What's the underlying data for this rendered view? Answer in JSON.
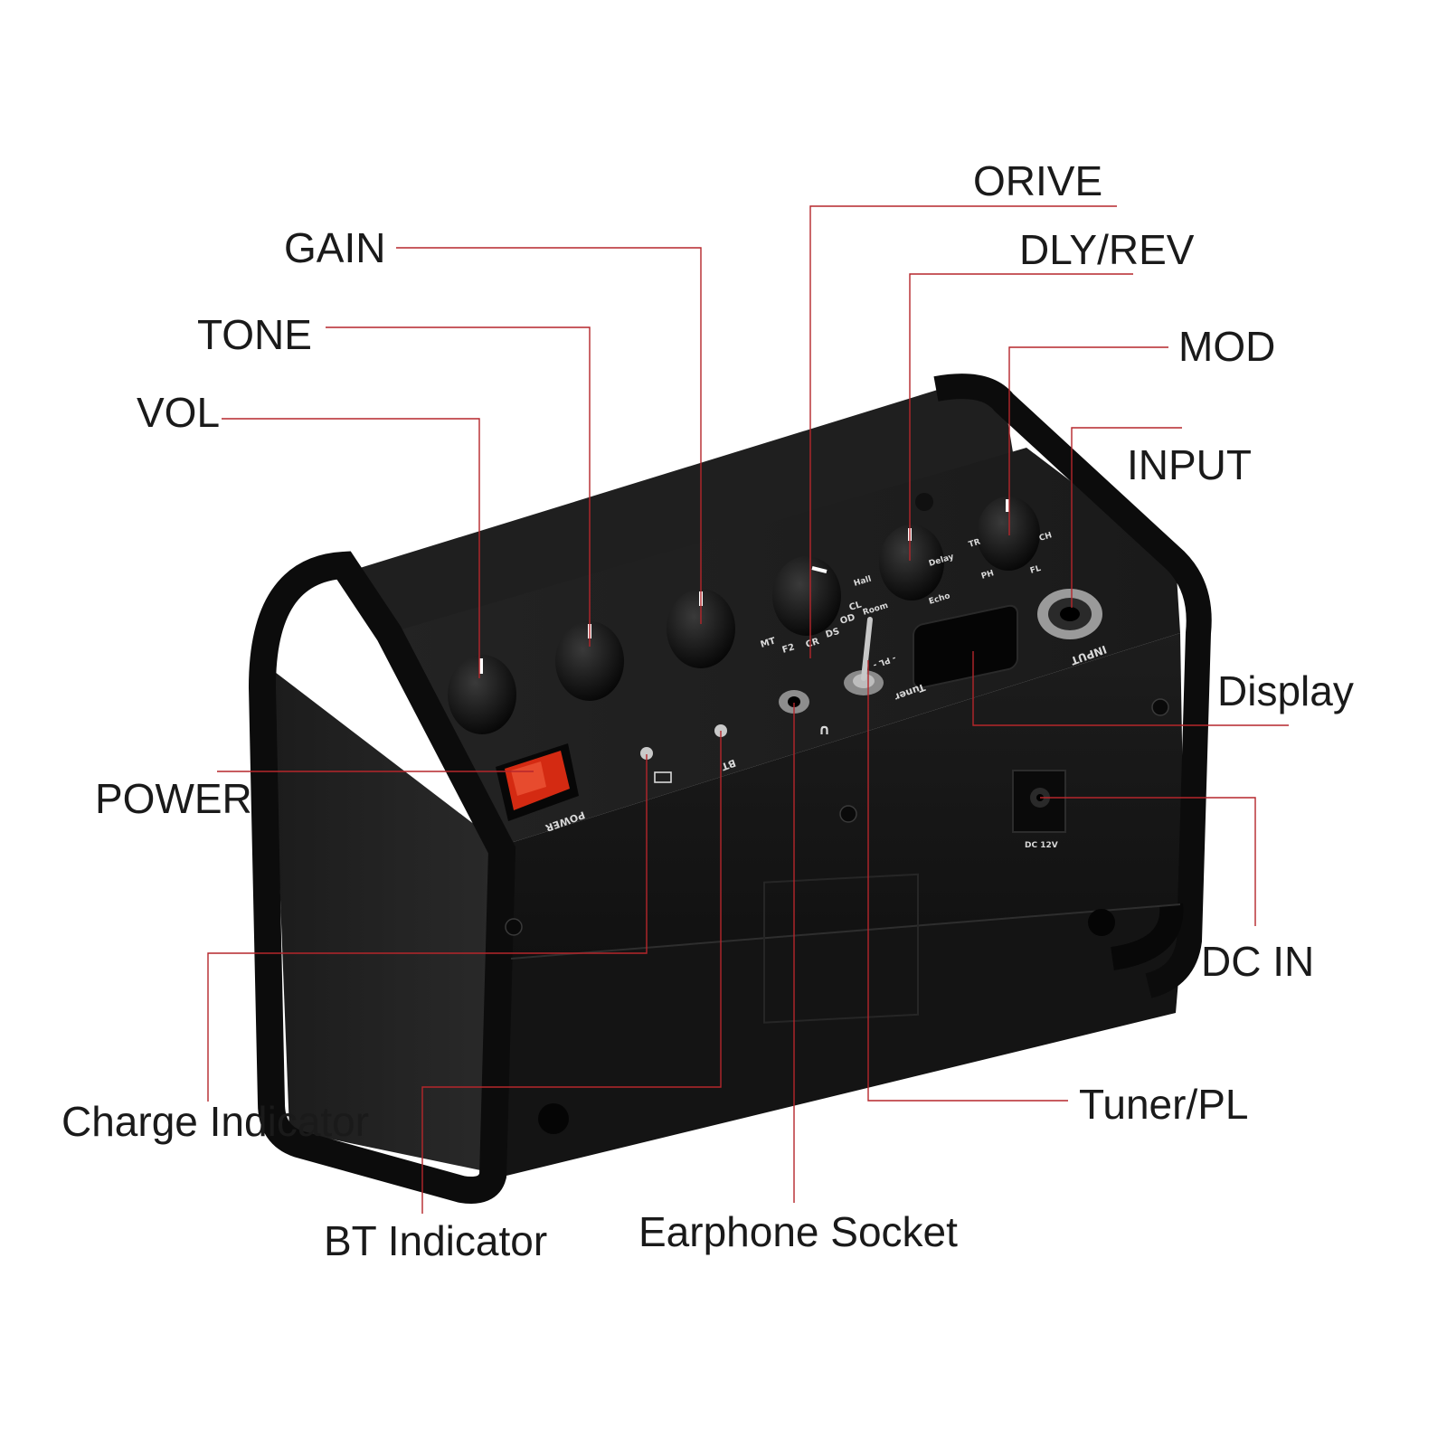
{
  "callouts": {
    "orive": "ORIVE",
    "gain": "GAIN",
    "dly_rev": "DLY/REV",
    "tone": "TONE",
    "mod": "MOD",
    "vol": "VOL",
    "input": "INPUT",
    "display": "Display",
    "power": "POWER",
    "dc_in": "DC IN",
    "charge_indicator": "Charge Indicator",
    "tuner_pl": "Tuner/PL",
    "bt_indicator": "BT Indicator",
    "earphone_socket": "Earphone Socket"
  },
  "panel_labels": {
    "power": "POWER",
    "input": "INPUT",
    "bt": "BT",
    "tuner": "Tuner",
    "pl": "- PL -",
    "dc": "DC 12V",
    "overdrive_modes": [
      "MT",
      "F2",
      "CR",
      "DS",
      "OD",
      "CL"
    ],
    "reverb_modes": [
      "Room",
      "Hall",
      "Delay",
      "Echo"
    ],
    "mod_modes": [
      "FL",
      "PH",
      "TR",
      "CH"
    ]
  },
  "colors": {
    "leader": "#b5262b",
    "body": "#161616",
    "power_switch": "#d42a12"
  }
}
